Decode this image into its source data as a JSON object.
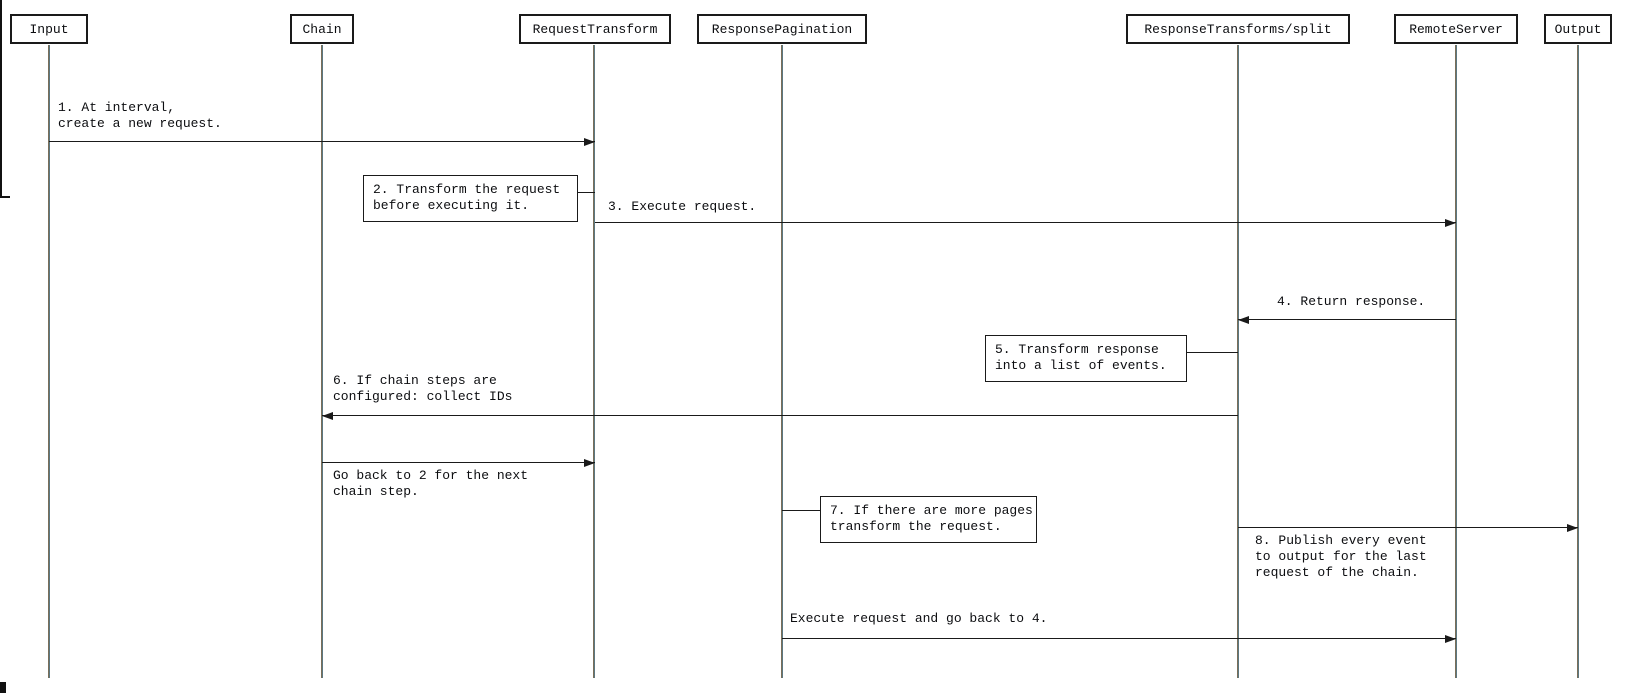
{
  "colors": {
    "bg": "#ffffff",
    "ink": "#0c0d10",
    "line": "#1a1a1a",
    "lifeline-a": "#8a6a45",
    "lifeline-b": "#4d7d95"
  },
  "diagram": {
    "type": "sequence-diagram",
    "participants": [
      {
        "label": "Input"
      },
      {
        "label": "Chain"
      },
      {
        "label": "RequestTransform"
      },
      {
        "label": "ResponsePagination"
      },
      {
        "label": "ResponseTransforms/split"
      },
      {
        "label": "RemoteServer"
      },
      {
        "label": "Output"
      }
    ],
    "messages": [
      {
        "text": "1. At interval,\ncreate a new request.",
        "from": "Input",
        "to": "RequestTransform",
        "direction": "right"
      },
      {
        "text": "3. Execute request.",
        "from": "RequestTransform",
        "to": "RemoteServer",
        "direction": "right"
      },
      {
        "text": "4. Return response.",
        "from": "RemoteServer",
        "to": "ResponseTransforms/split",
        "direction": "left"
      },
      {
        "text": "6. If chain steps are\nconfigured: collect IDs",
        "from": "ResponseTransforms/split",
        "to": "Chain",
        "direction": "left"
      },
      {
        "text": "Go back to 2 for the next\nchain step.",
        "from": "Chain",
        "to": "RequestTransform",
        "direction": "right"
      },
      {
        "text": "8. Publish every event\nto output for the last\nrequest of the chain.",
        "from": "ResponseTransforms/split",
        "to": "Output",
        "direction": "right"
      },
      {
        "text": "Execute request and go back to 4.",
        "from": "ResponsePagination",
        "to": "RemoteServer",
        "direction": "right"
      }
    ],
    "notes": [
      {
        "text": "2. Transform the request\nbefore executing it.",
        "attached_to": "RequestTransform"
      },
      {
        "text": "5. Transform response\ninto a list of events.",
        "attached_to": "ResponseTransforms/split"
      },
      {
        "text": "7. If there are more pages\ntransform the request.",
        "attached_to": "ResponsePagination"
      }
    ]
  }
}
